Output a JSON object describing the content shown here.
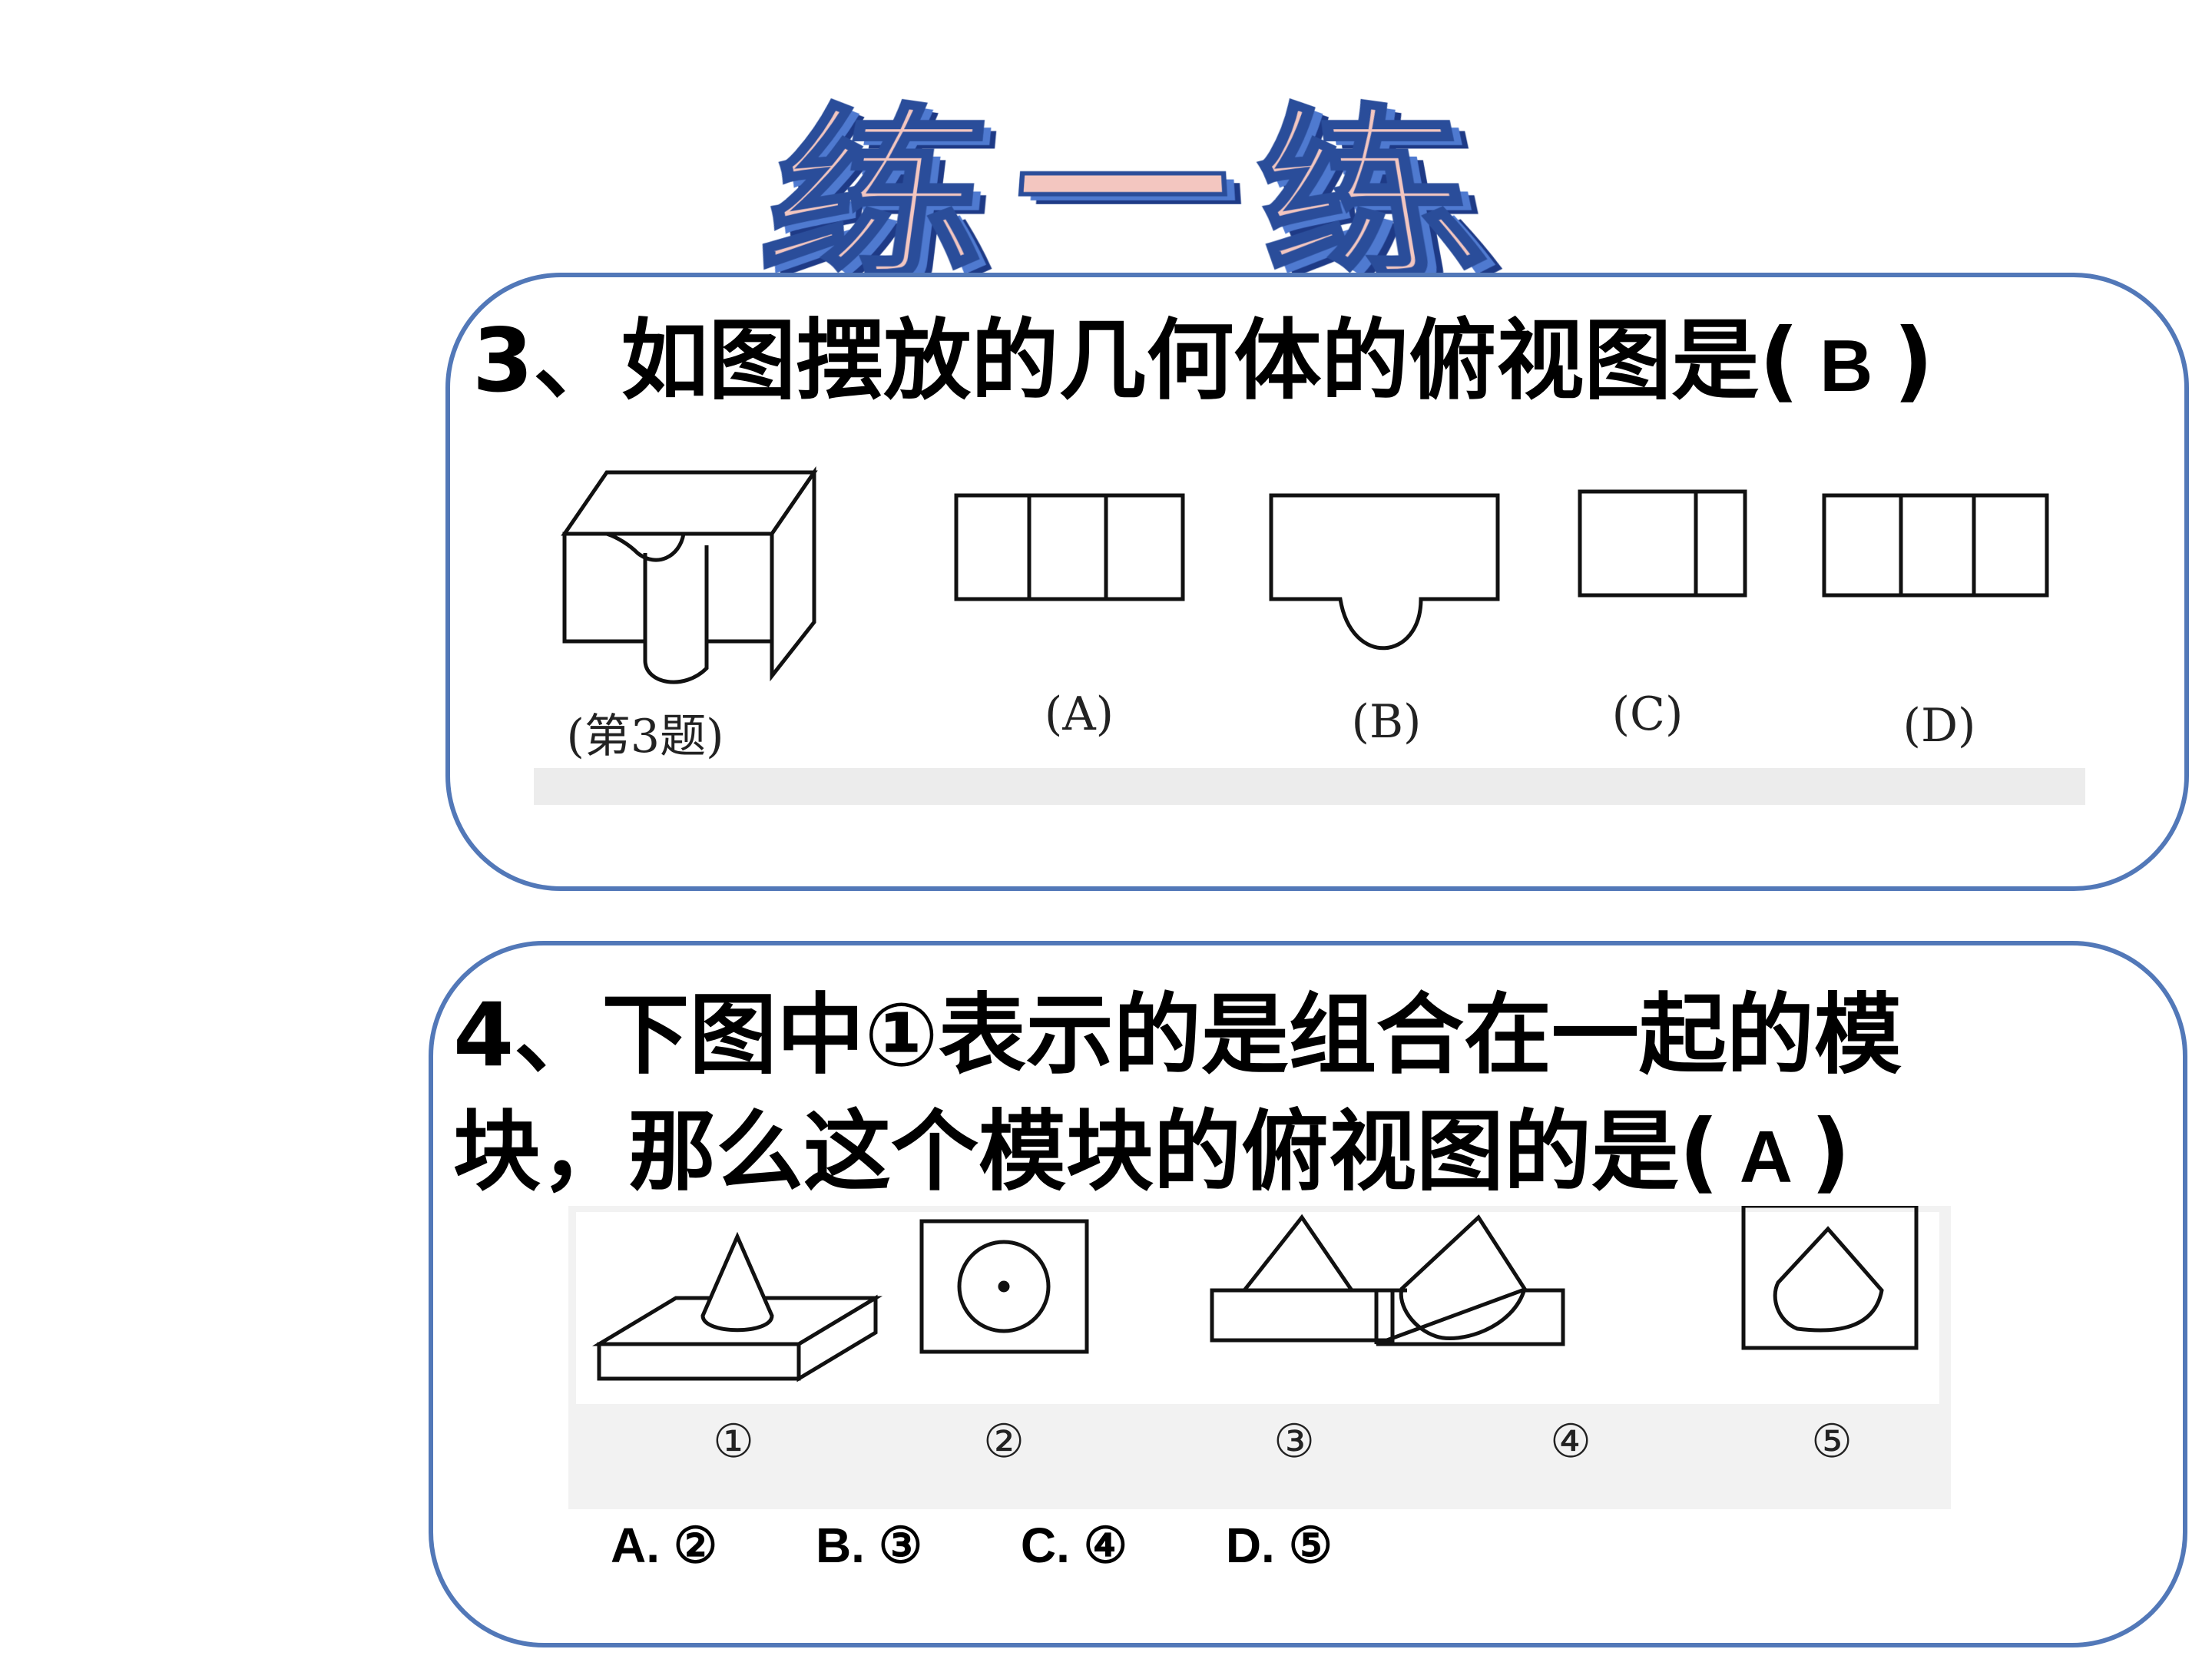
{
  "title": "练一练",
  "q3": {
    "text": "3、如图摆放的几何体的俯视图是(",
    "answer": " B  ",
    "close": ")",
    "figure_labels": [
      "(第3题)",
      "(A)",
      "(B)",
      "(C)",
      "(D)"
    ]
  },
  "q4": {
    "line1": "4、下图中①表示的是组合在一起的模",
    "line2": "块，那么这个模块的俯视图的是(",
    "answer": "  A  ",
    "close": ")",
    "figure_labels": [
      "①",
      "②",
      "③",
      "④",
      "⑤"
    ],
    "options": [
      "A. ②",
      "B. ③",
      "C. ④",
      "D. ⑤"
    ]
  }
}
